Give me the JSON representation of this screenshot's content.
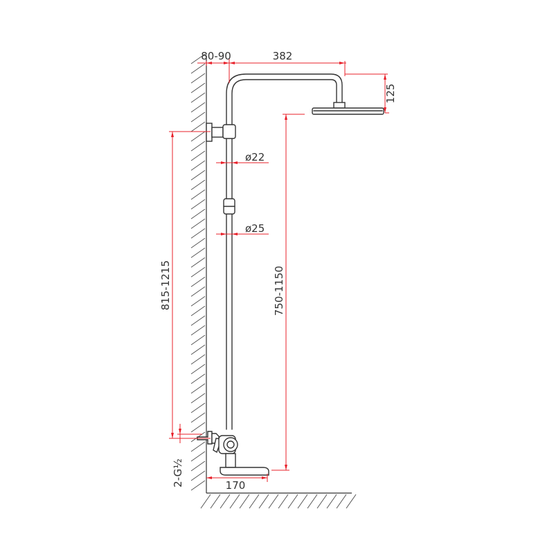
{
  "dimensions": {
    "wall_offset": "80-90",
    "arm_length": "382",
    "head_drop": "125",
    "pipe_upper_diameter": "ø22",
    "pipe_lower_diameter": "ø25",
    "mount_height_range": "815-1215",
    "head_height_range": "750-1150",
    "inlet_thread": "2-G½",
    "spout_projection": "170"
  },
  "colors": {
    "outline": "#333333",
    "dimension_lines": "#e8202a",
    "background": "#ffffff"
  }
}
